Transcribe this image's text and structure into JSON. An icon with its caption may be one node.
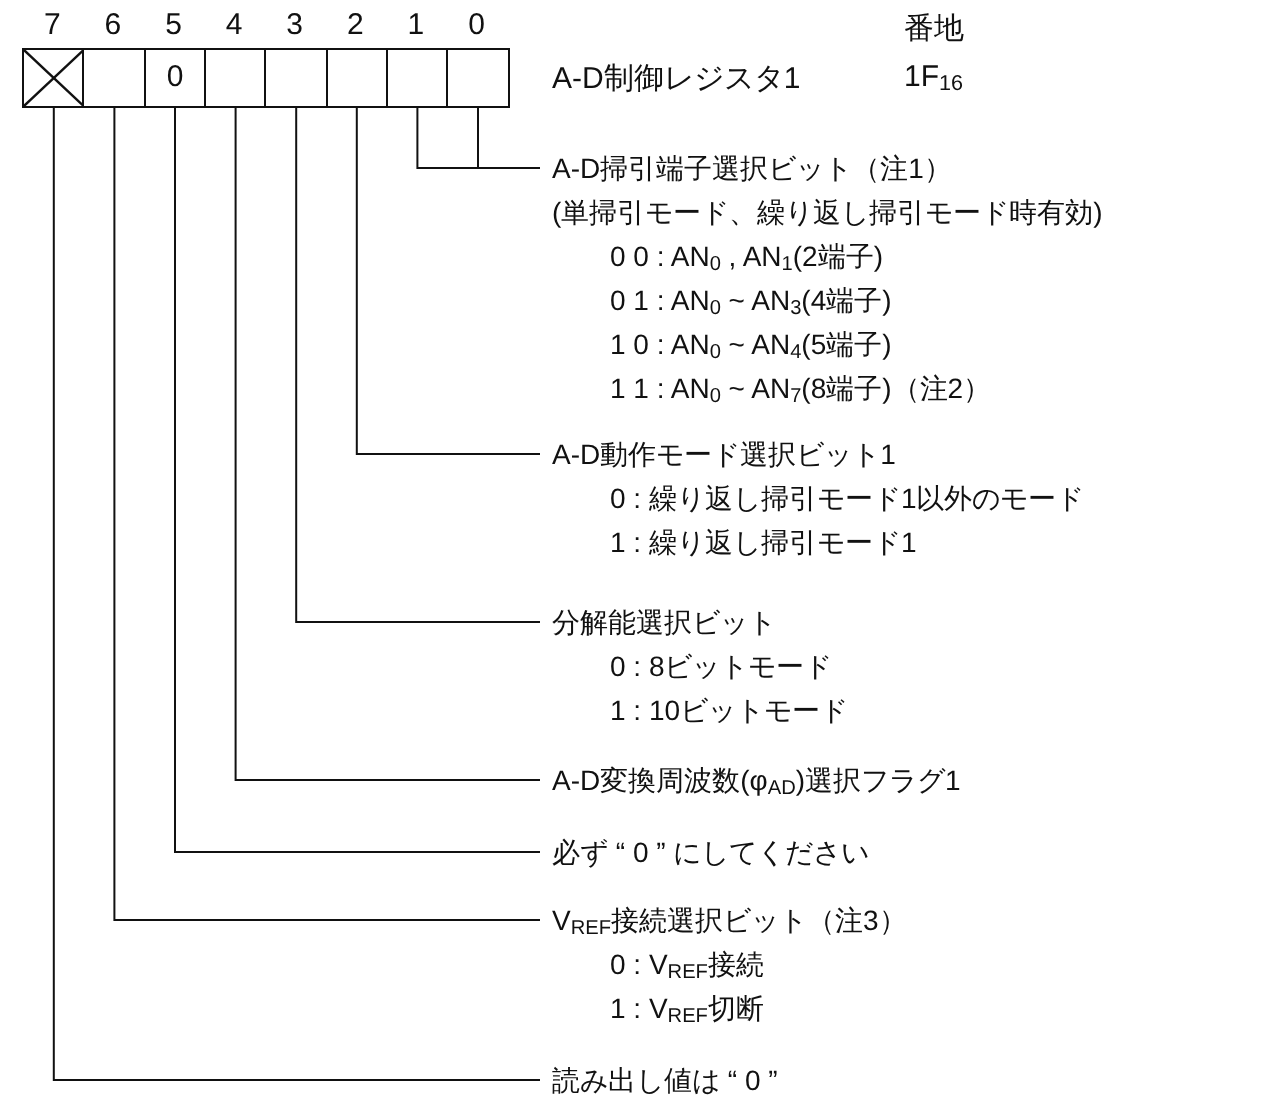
{
  "diagram": {
    "nodes": [
      {
        "text": [],
        "shape": "box"
      },
      {
        "text": [],
        "shape": "box"
      },
      {
        "text": [
          "0"
        ]
      },
      {
        "text": [],
        "shape": "box"
      },
      {
        "text": [],
        "shape": "box"
      },
      {
        "text": [],
        "shape": "box"
      },
      {
        "text": [],
        "shape": "box"
      },
      {
        "text": [],
        "shape": "box"
      },
      {
        "text": [
          "A-D掃引端子選択ビット（注1）",
          "(単掃引モード、繰り返し掃引モード時有効)",
          "0 0 : AN$_{0}$ , AN$_{1}$(2端子)",
          "0 1 : AN$_{0}$ ~ AN$_{3}$(4端子)",
          "1 0 : AN$_{0}$ ~ AN$_{4}$(5端子)",
          "1 1 : AN$_{0}$ ~ AN$_{7}$(8端子)（注2）"
        ]
      },
      {
        "text": [
          "A-D動作モード選択ビット1",
          "0 : 繰り返し掃引モード1以外のモード",
          "1 : 繰り返し掃引モード1"
        ]
      },
      {
        "text": [
          "分解能選択ビット",
          "0 : 8ビットモード",
          "1 : 10ビットモード"
        ]
      },
      {
        "text": [
          "A-D変換周波数(φ$_{AD}$)選択フラグ1"
        ]
      },
      {
        "text": [
          "必ず “ 0 ” にしてください"
        ]
      },
      {
        "text": [
          "V$_{REF}$接続選択ビット（注3）",
          "0 : V$_{REF}$接続",
          "1 : V$_{REF}$切断"
        ]
      },
      {
        "text": [
          "読み出し値は “ 0 ”"
        ]
      }
    ],
    "edges": [
      {
        "from": 8,
        "to": 6,
        "arrow": "none"
      },
      {
        "from": 8,
        "to": 7,
        "arrow": "none"
      },
      {
        "from": 9,
        "to": 5,
        "arrow": "none"
      },
      {
        "from": 10,
        "to": 4,
        "arrow": "none"
      },
      {
        "from": 11,
        "to": 3,
        "arrow": "none"
      },
      {
        "from": 12,
        "to": 2,
        "arrow": "none"
      },
      {
        "from": 13,
        "to": 1,
        "arrow": "none"
      },
      {
        "from": 14,
        "to": 0,
        "arrow": "none"
      }
    ],
    "labels": [
      "7",
      "6",
      "5",
      "4",
      "3",
      "2",
      "1",
      "0",
      "番地",
      "A-D制御レジスタ1",
      "1F$_{16}$"
    ]
  }
}
